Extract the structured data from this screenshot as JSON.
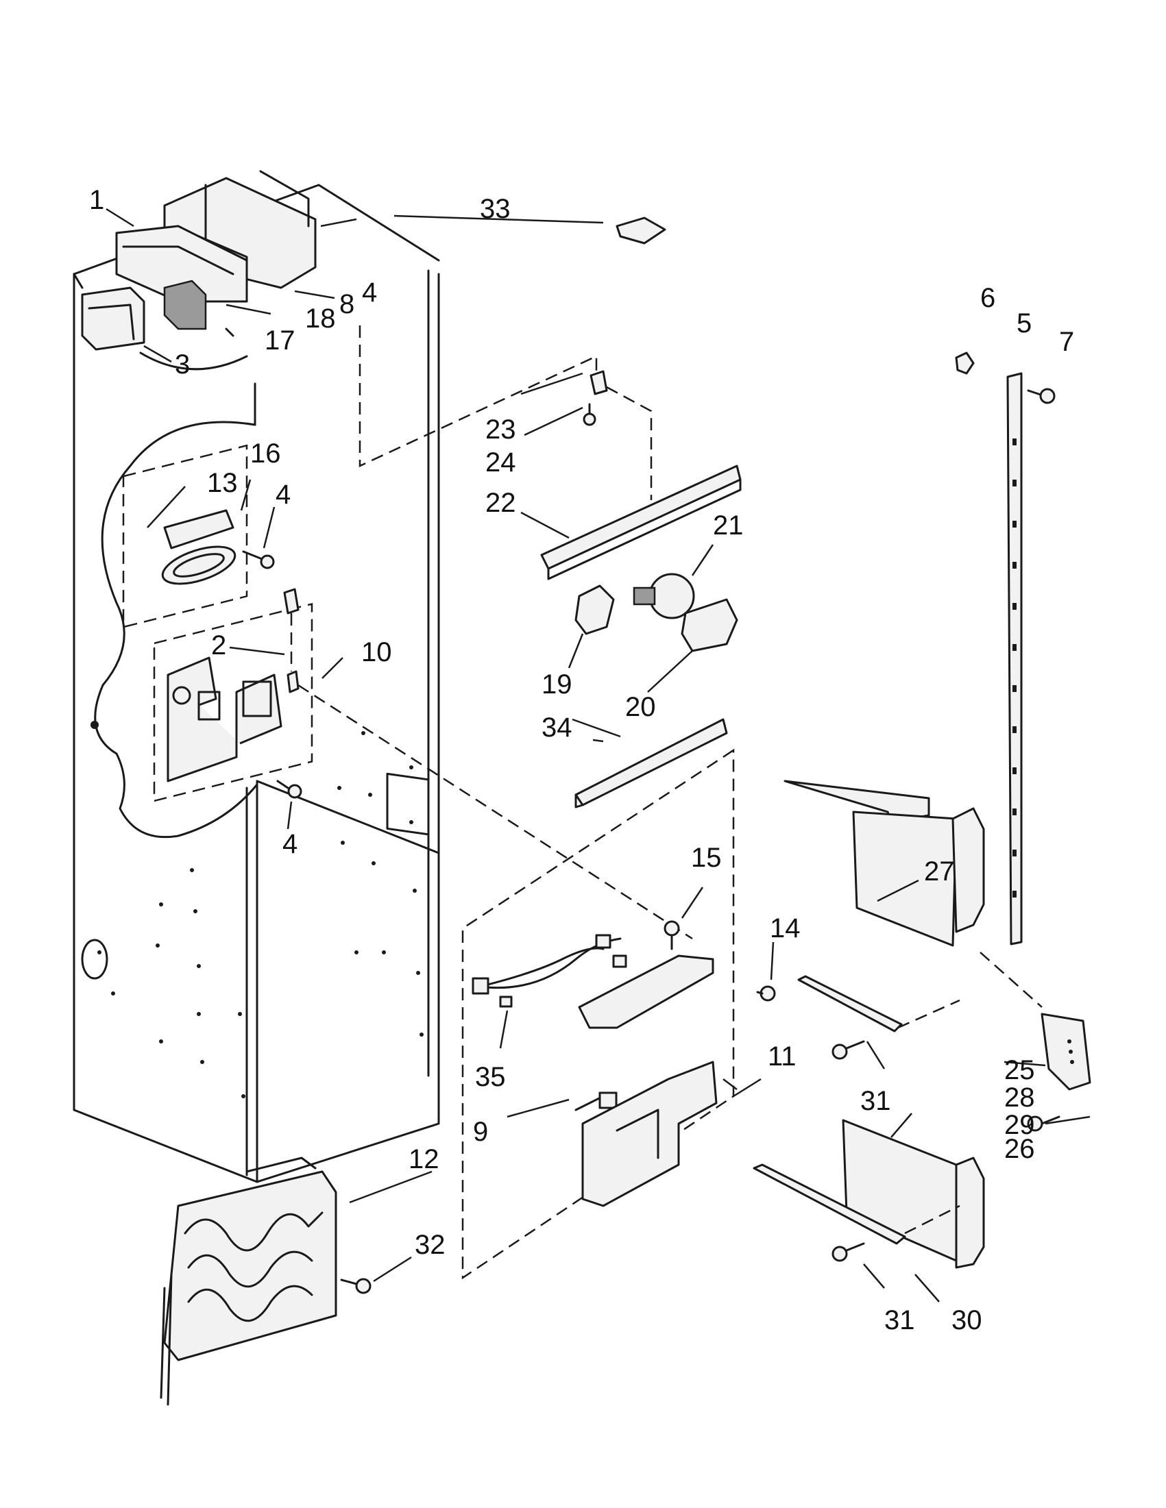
{
  "diagram": {
    "callouts": {
      "c1": "1",
      "c2": "2",
      "c3": "3",
      "c4a": "4",
      "c4b": "4",
      "c4c": "4",
      "c5": "5",
      "c6": "6",
      "c7": "7",
      "c8": "8",
      "c9": "9",
      "c10": "10",
      "c11": "11",
      "c12": "12",
      "c13": "13",
      "c14": "14",
      "c15": "15",
      "c16": "16",
      "c17": "17",
      "c18": "18",
      "c19": "19",
      "c20": "20",
      "c21": "21",
      "c22": "22",
      "c23": "23",
      "c24": "24",
      "c25": "25",
      "c26": "26",
      "c27": "27",
      "c28": "28",
      "c29": "29",
      "c30": "30",
      "c31a": "31",
      "c31b": "31",
      "c32": "32",
      "c33": "33",
      "c34": "34",
      "c35": "35"
    },
    "colors": {
      "line": "#1a1a1a",
      "shade": "#9a9a9a",
      "background": "#ffffff"
    }
  }
}
